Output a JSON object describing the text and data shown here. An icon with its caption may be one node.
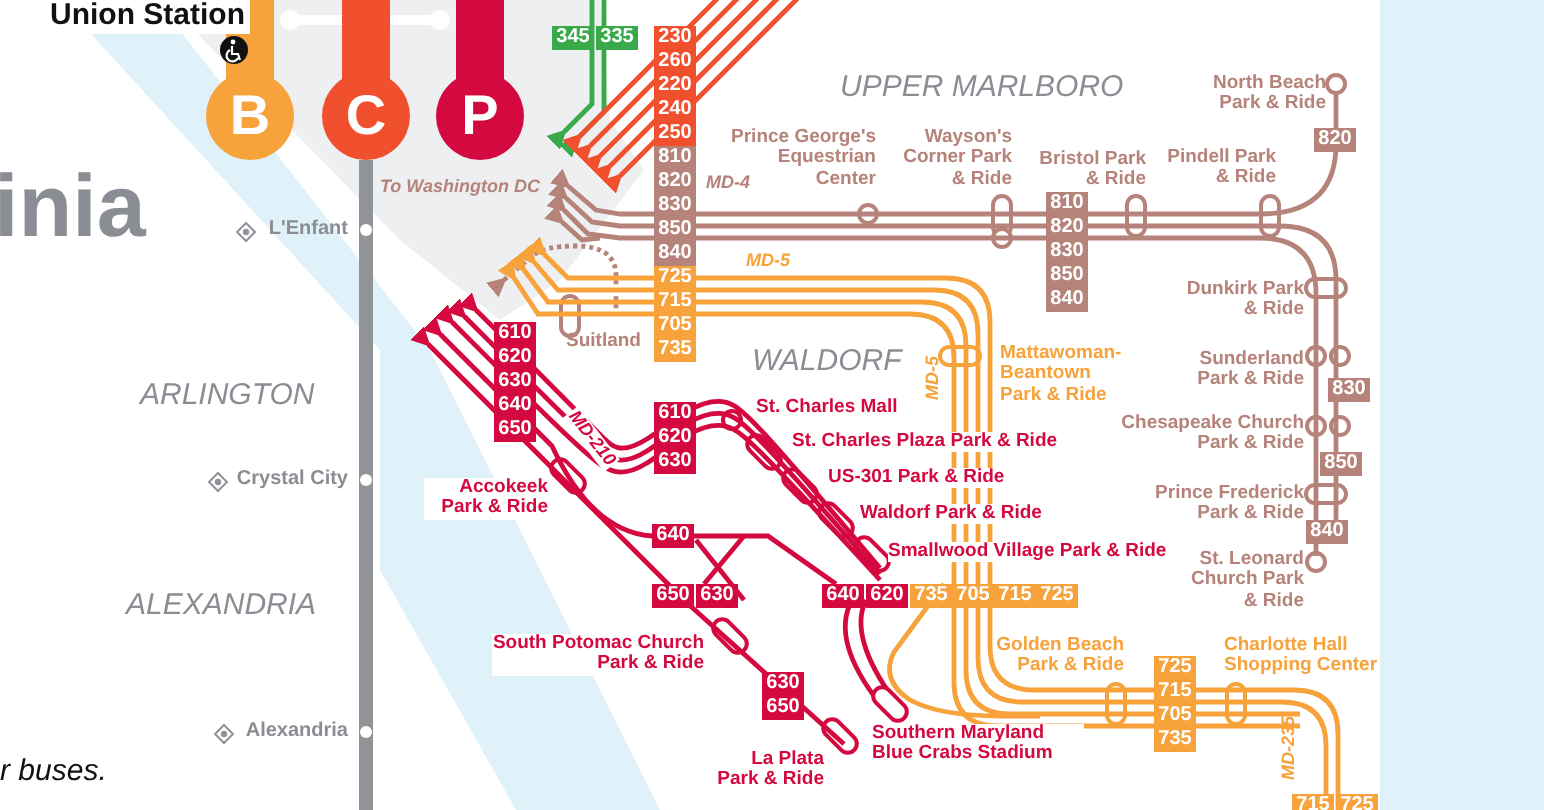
{
  "diagram": {
    "labels": [
      "Union Station",
      "B",
      "C",
      "P",
      "345",
      "335",
      "230",
      "260",
      "220",
      "240",
      "250",
      "810",
      "820",
      "830",
      "850",
      "840",
      "725",
      "715",
      "705",
      "735",
      "UPPER MARLBORO",
      "North Beach Park & Ride",
      "820",
      "Prince George's Equestrian Center",
      "Wayson's Corner Park & Ride",
      "Bristol Park & Ride",
      "Pindell Park & Ride",
      "MD-4",
      "To Washington DC",
      "L'Enfant",
      "inia",
      "810",
      "820",
      "830",
      "850",
      "840",
      "MD-5",
      "Dunkirk Park & Ride",
      "Suitland",
      "WALDORF",
      "MD-5",
      "Mattawoman-Beantown Park & Ride",
      "Sunderland Park & Ride",
      "830",
      "610",
      "620",
      "630",
      "640",
      "650",
      "ARLINGTON",
      "MD-210",
      "610",
      "620",
      "630",
      "St. Charles Mall",
      "St. Charles Plaza Park & Ride",
      "Chesapeake Church Park & Ride",
      "850",
      "Crystal City",
      "Accokeek Park & Ride",
      "US-301 Park & Ride",
      "Prince Frederick Park & Ride",
      "Waldorf Park & Ride",
      "640",
      "840",
      "Smallwood Village Park & Ride",
      "St. Leonard Church Park & Ride",
      "ALEXANDRIA",
      "650",
      "630",
      "640",
      "620",
      "735",
      "705",
      "715",
      "725",
      "South Potomac Church Park & Ride",
      "Golden Beach Park & Ride",
      "Charlotte Hall Shopping Center",
      "725",
      "715",
      "705",
      "735",
      "630",
      "650",
      "MD-235",
      "Alexandria",
      "Southern Maryland Blue Crabs Stadium",
      "La Plata Park & Ride",
      "r buses.",
      "715",
      "725"
    ]
  }
}
